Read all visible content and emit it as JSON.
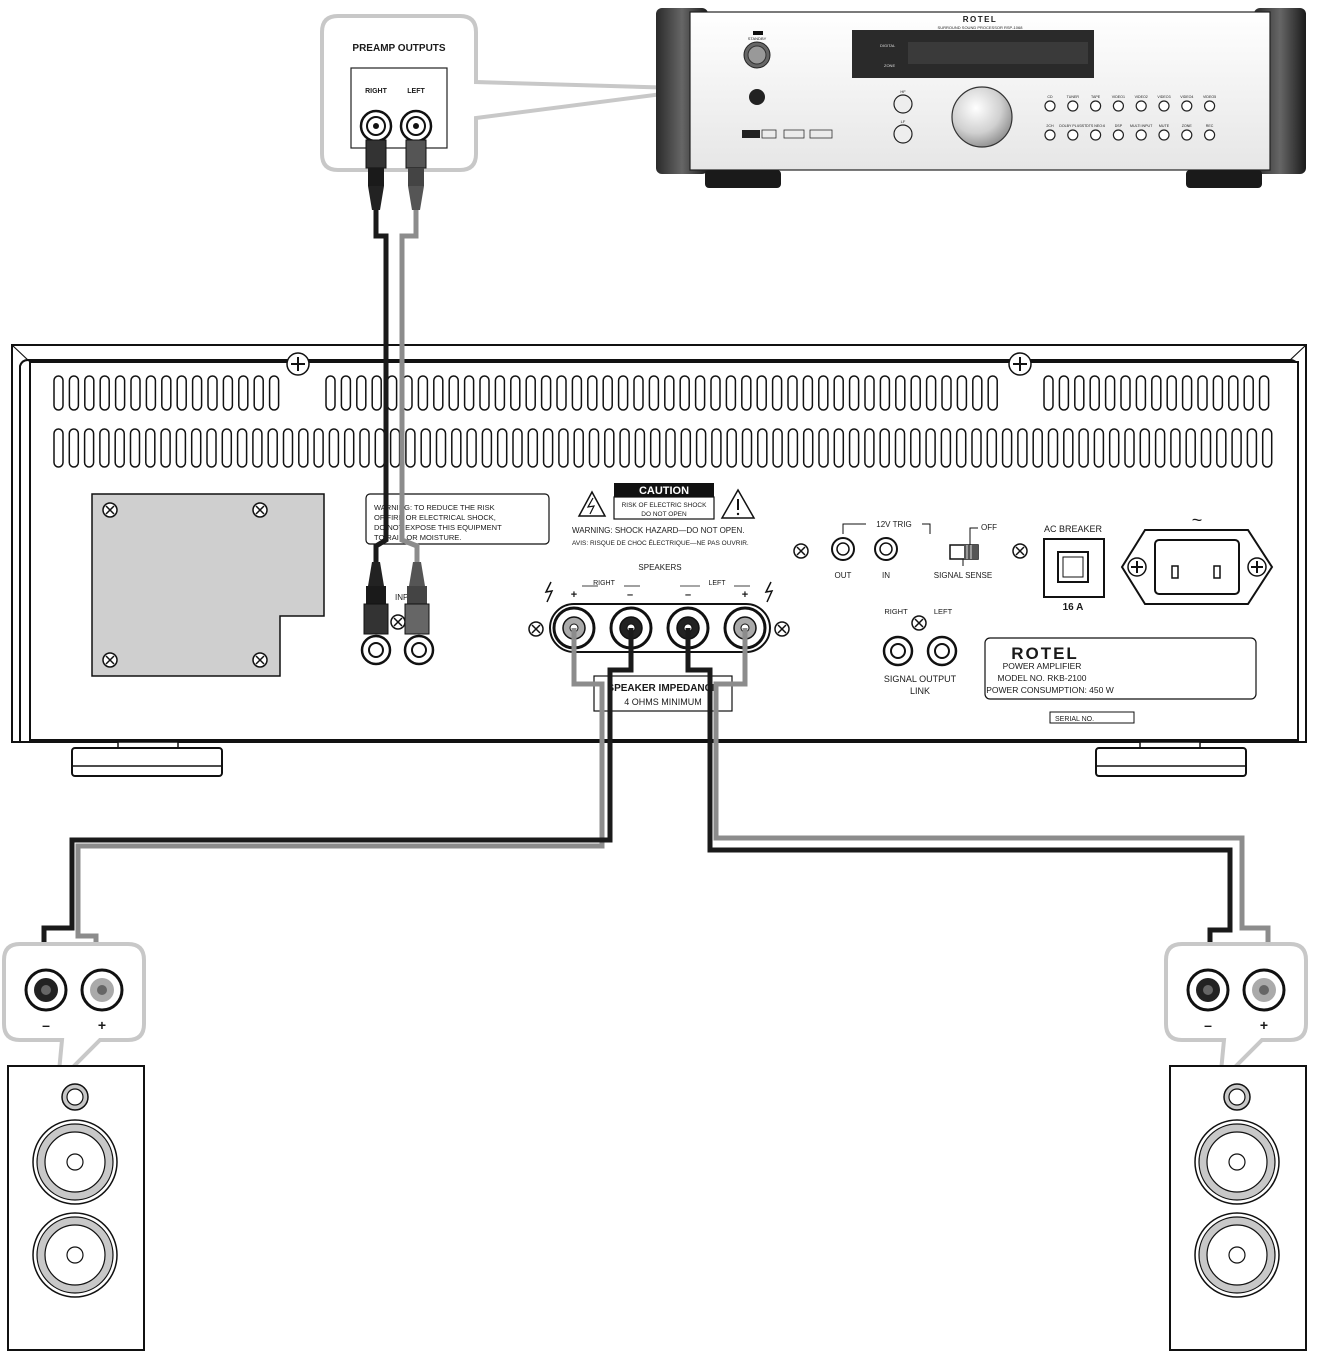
{
  "processor": {
    "brand": "ROTEL",
    "subtitle": "SURROUND SOUND PROCESSOR  RSP-1068",
    "standby_label": "STANDBY",
    "hf_label": "HF",
    "lf_label": "LF",
    "input_buttons_top": [
      "CD",
      "TUNER",
      "TAPE",
      "VIDEO1",
      "VIDEO2",
      "VIDEO3",
      "VIDEO4",
      "VIDEO5"
    ],
    "input_buttons_bottom": [
      "2CH",
      "DOLBY PLII/3ST",
      "DTS NEO:6",
      "DSP",
      "MULTI INPUT",
      "MUTE",
      "ZONE",
      "REC"
    ],
    "display_labels": [
      "DIGITAL",
      "ZONE"
    ]
  },
  "callout_preamp": {
    "title": "PREAMP OUTPUTS",
    "right_label": "RIGHT",
    "left_label": "LEFT"
  },
  "amplifier": {
    "warning_text_1": "WARNING: TO REDUCE THE RISK",
    "warning_text_2": "OF FIRE OR ELECTRICAL SHOCK,",
    "warning_text_3": "DO NOT EXPOSE THIS EQUIPMENT",
    "warning_text_4": "TO RAIN OR MOISTURE.",
    "caution_title": "CAUTION",
    "caution_line1": "RISK OF ELECTRIC SHOCK",
    "caution_line2": "DO NOT OPEN",
    "shock_warning": "WARNING: SHOCK HAZARD—DO NOT OPEN.",
    "shock_warning_fr": "AVIS: RISQUE DE CHOC ÉLECTRIQUE—NE PAS OUVRIR.",
    "inputs_label": "INPUTS",
    "speakers_label": "SPEAKERS",
    "speakers_right": "RIGHT",
    "speakers_left": "LEFT",
    "plus": "+",
    "minus": "–",
    "impedance_line1": "SPEAKER IMPEDANCE",
    "impedance_line2": "4 OHMS MINIMUM",
    "trig_label": "12V TRIG",
    "trig_out": "OUT",
    "trig_in": "IN",
    "switch_off": "OFF",
    "signal_sense": "SIGNAL SENSE",
    "ac_breaker": "AC BREAKER",
    "breaker_rating": "16 A",
    "link_right": "RIGHT",
    "link_left": "LEFT",
    "link_label_1": "SIGNAL OUTPUT",
    "link_label_2": "LINK",
    "plate_brand": "ROTEL",
    "plate_line1": "POWER AMPLIFIER",
    "plate_line2": "MODEL NO. RKB-2100",
    "plate_line3": "POWER CONSUMPTION: 450 W",
    "serial": "SERIAL NO.",
    "ac_symbol": "~"
  },
  "speaker_left": {
    "minus": "–",
    "plus": "+"
  },
  "speaker_right": {
    "minus": "–",
    "plus": "+"
  },
  "colors": {
    "black_wire": "#1a1a1a",
    "gray_wire": "#8c8c8c",
    "callout_border": "#c8c8c8",
    "panel_gray": "#cfcfcf"
  }
}
